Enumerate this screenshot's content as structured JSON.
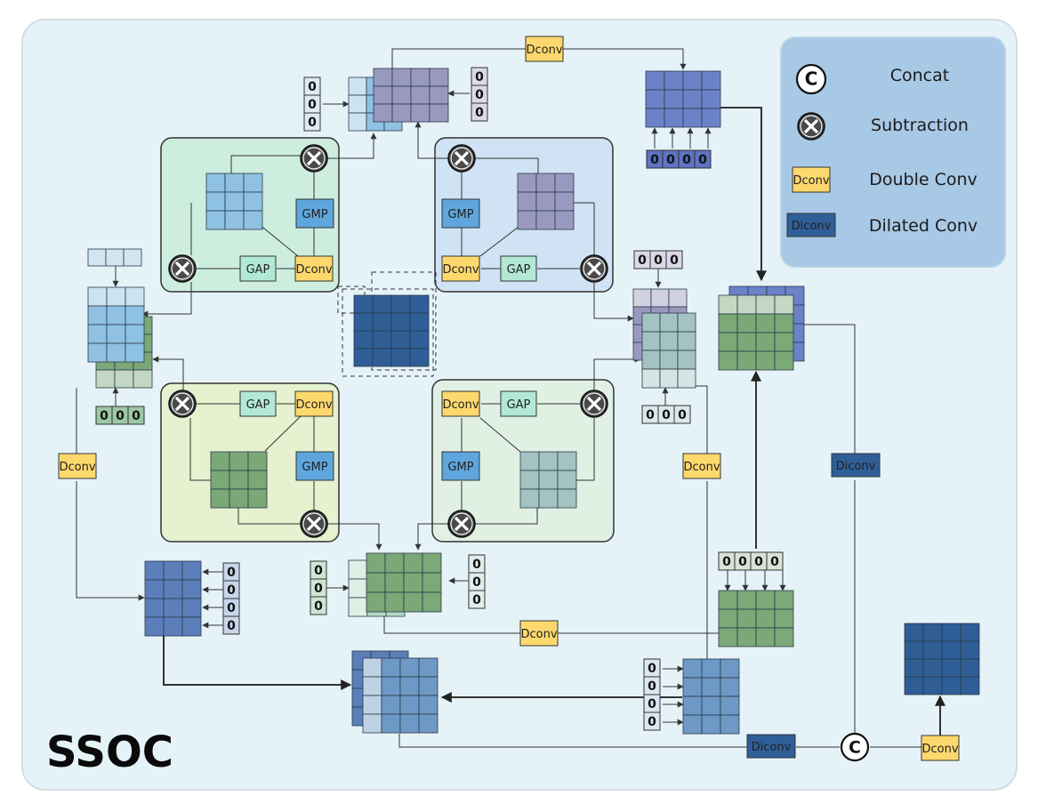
{
  "title": "SSOC",
  "legend": {
    "concat": "Concat",
    "subtraction": "Subtraction",
    "dconv": "Double Conv",
    "diconv": "Dilated Conv",
    "concat_symbol": "C"
  },
  "labels": {
    "dconv": "Dconv",
    "diconv": "Diconv",
    "gap": "GAP",
    "gmp": "GMP",
    "zero": "0",
    "concat": "C"
  },
  "colors": {
    "background": "#e5f3f8",
    "legend_bg": "#a8c9e6",
    "dconv_fill": "#fdd86d",
    "diconv_fill": "#2f5f99",
    "gap_fill": "#b2e8d6",
    "gmp_fill": "#5ea6dd",
    "panel_tl": "#cdeedf",
    "panel_tr": "#cfe3f4",
    "panel_bl": "#e5f1cf",
    "panel_br": "#e0f1e4",
    "grid_blue": "#8fc1e3",
    "grid_lavender": "#9999bf",
    "grid_green": "#7aa877",
    "grid_slate": "#a3c3c3",
    "grid_dark": "#2f5d96",
    "grid_royal": "#6b82c8"
  }
}
